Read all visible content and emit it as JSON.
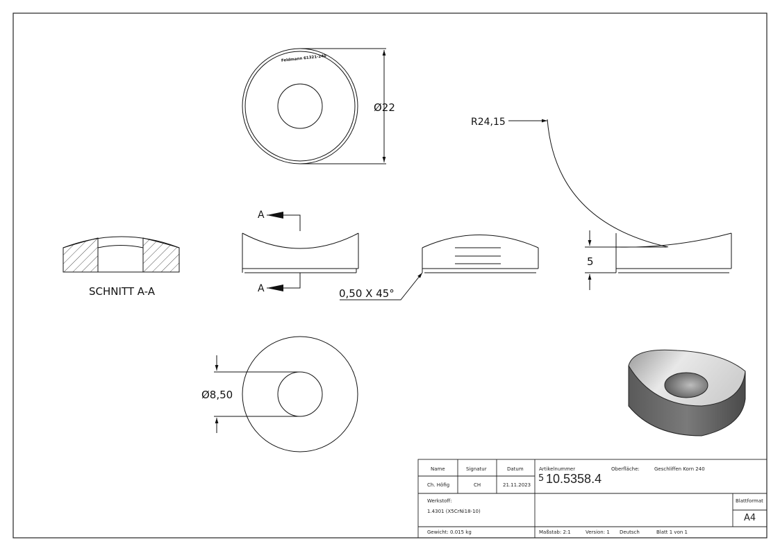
{
  "drawing": {
    "engraving": "Feldmann 61321-240",
    "dim_diameter_outer": "Ø22",
    "dim_radius": "R24,15",
    "section_arrow_label": "A",
    "section_title": "SCHNITT A-A",
    "dim_chamfer": "0,50 X 45°",
    "dim_height": "5",
    "dim_diameter_inner": "Ø8,50"
  },
  "title_block": {
    "col_name": "Name",
    "col_signature": "Signatur",
    "col_date": "Datum",
    "name": "Ch. Höfig",
    "signature": "CH",
    "date": "21.11.2023",
    "article_label": "Artikelnummer",
    "article_prefix": "5",
    "article_number": "10.5358.4",
    "surface_label": "Oberfläche:",
    "surface_value": "Geschliffen Korn 240",
    "material_label": "Werkstoff:",
    "material_value": "1.4301 (X5CrNi18-10)",
    "format_label": "Blattformat",
    "format_value": "A4",
    "weight": "Gewicht: 0.015 kg",
    "scale": "Maßstab: 2:1",
    "version": "Version: 1",
    "language": "Deutsch",
    "sheet": "Blatt 1 von 1"
  }
}
